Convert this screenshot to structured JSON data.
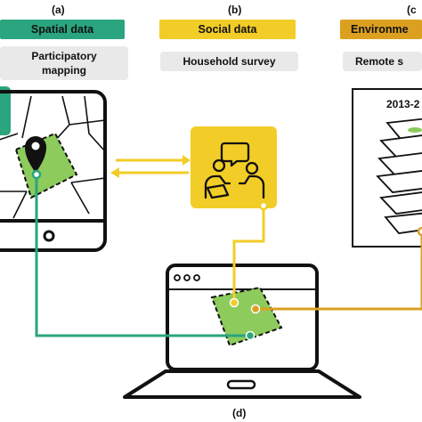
{
  "panels": {
    "a": {
      "letter": "(a)",
      "title": "Spatial data",
      "method_line1": "Participatory",
      "method_line2": "mapping"
    },
    "b": {
      "letter": "(b)",
      "title": "Social data",
      "method": "Household survey"
    },
    "c": {
      "letter": "(c",
      "title": "Environme",
      "method": "Remote s",
      "years": "2013-2"
    },
    "d": {
      "letter": "(d)"
    }
  },
  "colors": {
    "spatial": "#2aa57e",
    "social": "#f2cd27",
    "environment": "#dca020",
    "polygon_fill": "#8ccb5c",
    "method_bg": "#e9e9e9"
  },
  "icons": [
    "location-pin-icon",
    "people-discussion-icon",
    "tablet-icon",
    "laptop-icon",
    "satellite-layers-icon"
  ]
}
